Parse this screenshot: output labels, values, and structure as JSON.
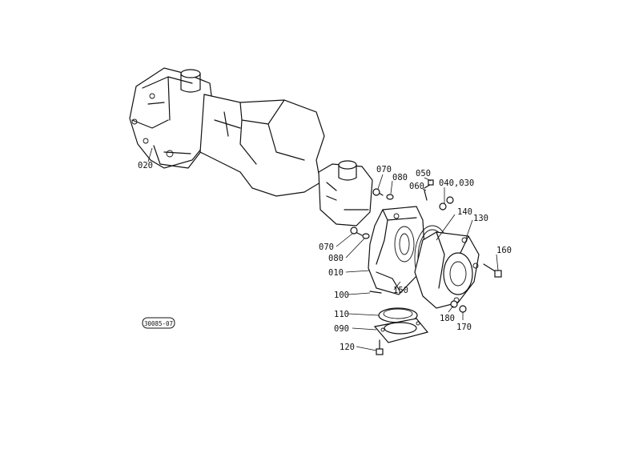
{
  "drawing_code": "30085-07",
  "callouts": [
    {
      "id": "c020",
      "text": "020"
    },
    {
      "id": "c070a",
      "text": "070"
    },
    {
      "id": "c080a",
      "text": "080"
    },
    {
      "id": "c050",
      "text": "050"
    },
    {
      "id": "c060",
      "text": "060"
    },
    {
      "id": "c040",
      "text": "040,030"
    },
    {
      "id": "c140",
      "text": "140"
    },
    {
      "id": "c130",
      "text": "130"
    },
    {
      "id": "c160",
      "text": "160"
    },
    {
      "id": "c070b",
      "text": "070"
    },
    {
      "id": "c080b",
      "text": "080"
    },
    {
      "id": "c010",
      "text": "010"
    },
    {
      "id": "c150",
      "text": "150"
    },
    {
      "id": "c100",
      "text": "100"
    },
    {
      "id": "c110",
      "text": "110"
    },
    {
      "id": "c090",
      "text": "090"
    },
    {
      "id": "c120",
      "text": "120"
    },
    {
      "id": "c180",
      "text": "180"
    },
    {
      "id": "c170",
      "text": "170"
    }
  ]
}
